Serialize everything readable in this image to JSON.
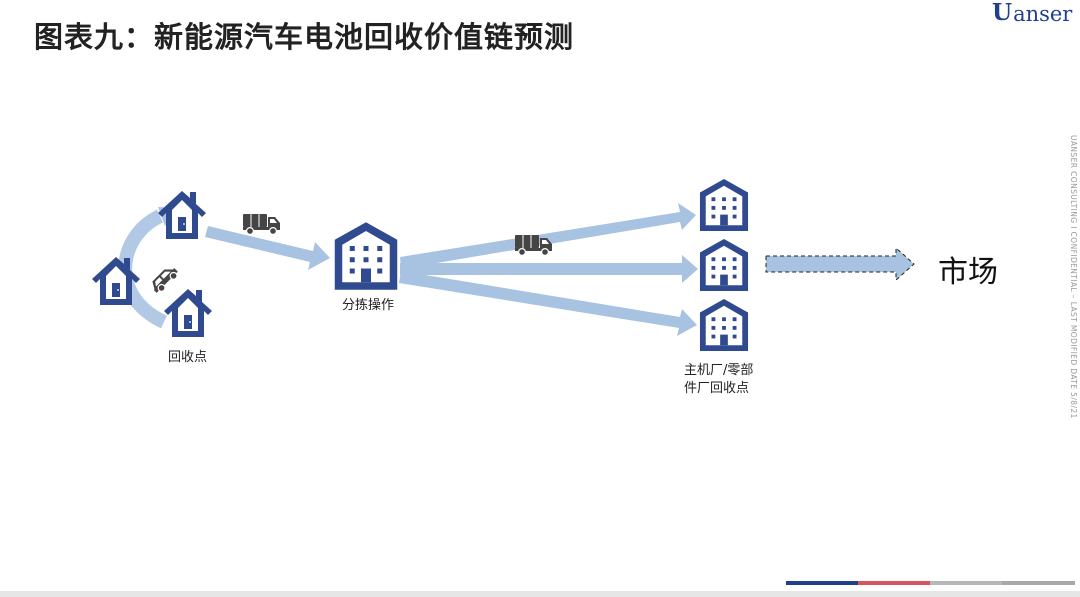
{
  "title": "图表九：新能源汽车电池回收价值链预测",
  "logo": {
    "mark": "U",
    "text": "anser"
  },
  "side_note": "UANSER CONSULTING  I  CONFIDENTIAL – LAST MODIFIED DATE 5/8/21",
  "nodes": {
    "collection": "回收点",
    "sorting": "分拣操作",
    "oem_recycling_line1": "主机厂/零部",
    "oem_recycling_line2": "件厂回收点",
    "market": "市场"
  },
  "colors": {
    "icon_blue": "#2f4a8f",
    "arrow_blue": "#a8c3e2",
    "footer": [
      "#1f3f8f",
      "#d9545e",
      "#b8b8b8",
      "#a8a8a8"
    ]
  }
}
